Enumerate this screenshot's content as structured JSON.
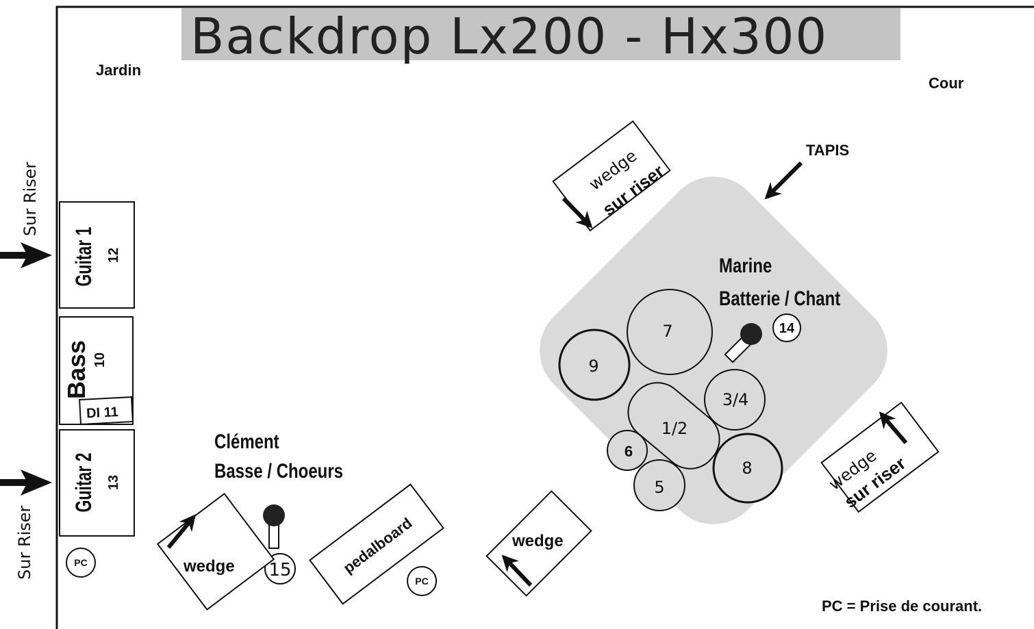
{
  "title": "Backdrop Lx200 - Hx300",
  "stage_left": "Jardin",
  "stage_right": "Cour",
  "riser_label_top": "Sur Riser",
  "riser_label_bottom": "Sur Riser",
  "amps": {
    "guitar1": {
      "name": "Guitar 1",
      "channel": "12"
    },
    "bass": {
      "name": "Bass",
      "channel": "10",
      "di": "DI 11"
    },
    "guitar2": {
      "name": "Guitar 2",
      "channel": "13"
    }
  },
  "power_label": "PC",
  "legend": "PC = Prise de courant.",
  "clement": {
    "name": "Clément",
    "role": "Basse / Choeurs",
    "mic": "15"
  },
  "marine": {
    "name": "Marine",
    "role": "Batterie / Chant",
    "mic": "14"
  },
  "wedges": {
    "drum_left": {
      "line1": "wedge",
      "line2": "sur riser"
    },
    "drum_right": {
      "line1": "wedge",
      "line2": "sur riser"
    },
    "bass": "wedge",
    "center": "wedge"
  },
  "pedalboard": "pedalboard",
  "tapis": "TAPIS",
  "drums": [
    "7",
    "9",
    "3/4",
    "1/2",
    "6",
    "8",
    "5"
  ],
  "colors": {
    "carpet": "#dadada",
    "title_bg": "#c4c4c4",
    "ink": "#111111"
  }
}
